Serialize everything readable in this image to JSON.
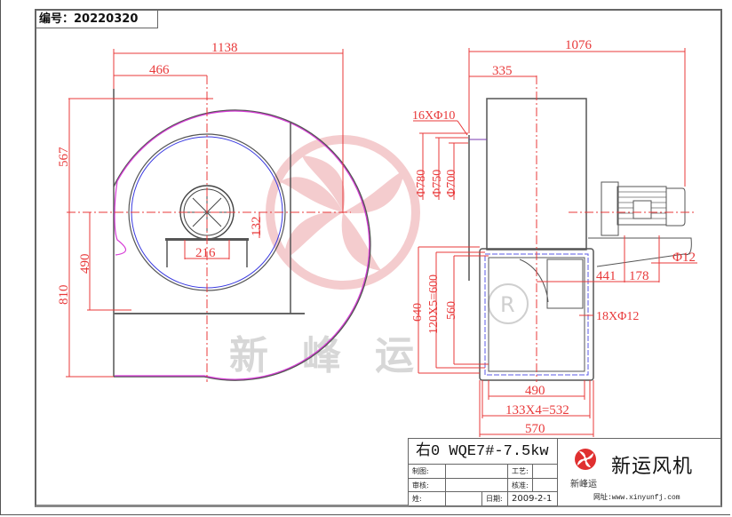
{
  "header": {
    "doc_number": "编号：20220320"
  },
  "front_view": {
    "dimensions": {
      "overall_width": "1138",
      "center_offset": "466",
      "top_height": "567",
      "center_height": "490",
      "overall_height": "810",
      "motor_base_width": "216",
      "motor_center_height": "132"
    }
  },
  "side_view": {
    "dimensions": {
      "overall_depth": "1076",
      "inlet_offset": "335",
      "inlet_holes": "16XΦ10",
      "dia_outer": "Φ780",
      "dia_bolt": "Φ750",
      "dia_inner": "Φ700",
      "outlet_height_outer": "640",
      "outlet_bolt_pitch_v": "120X5=600",
      "outlet_height_inner": "560",
      "outlet_holes": "18XΦ12",
      "outlet_width_inner": "490",
      "outlet_bolt_pitch_h": "133X4=532",
      "outlet_width_outer": "570",
      "motor_offset": "441",
      "motor_foot_spacing": "178",
      "motor_foot_hole": "Φ12"
    }
  },
  "watermark": {
    "text": "新峰运",
    "registered_mark": "®"
  },
  "title_block": {
    "model": "右0 WQE7#-7.5kw",
    "rows": [
      {
        "label_left": "制图:",
        "value_left": "",
        "label_right": "工艺:",
        "value_right": ""
      },
      {
        "label_left": "审核:",
        "value_left": "",
        "label_right": "核准:",
        "value_right": ""
      },
      {
        "label_left": "姓:",
        "value_left": "",
        "label_right": "日期:",
        "value_right": "2009-2-1"
      }
    ],
    "brand_name": "新运风机",
    "brand_mini": "新峰运",
    "website": "网址:www.xinyunfj.com"
  },
  "colors": {
    "dimension": "#e8393a",
    "outline": "#555555",
    "scroll_casing": "#d63bd6",
    "impeller": "#3a3ae0",
    "watermark_logo": "#f3c4c6",
    "watermark_text": "#d7d7d7"
  }
}
